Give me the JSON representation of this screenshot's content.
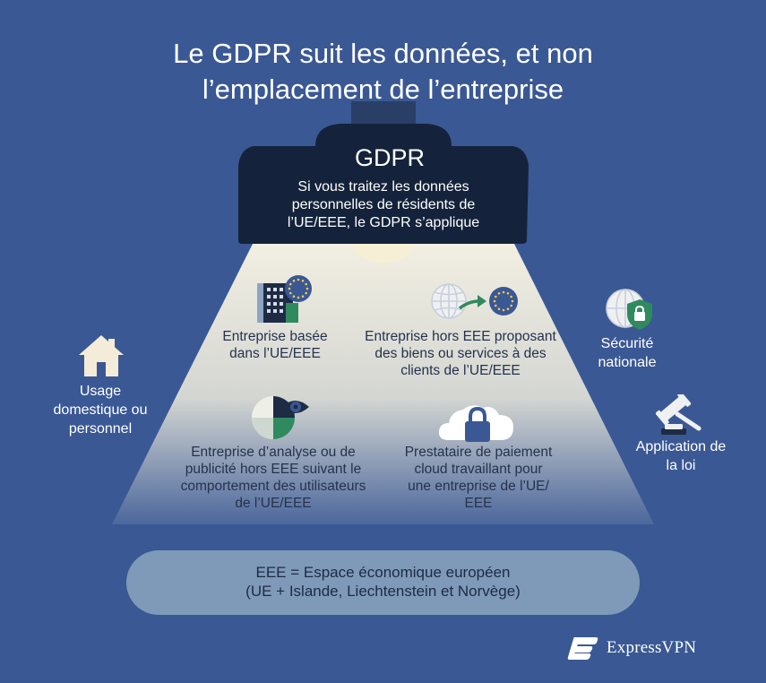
{
  "title_line1": "Le GDPR suit les données, et non",
  "title_line2": "l’emplacement de l’entreprise",
  "gdpr": {
    "heading": "GDPR",
    "line1": "Si vous traitez les données",
    "line2": "personnelles de résidents de",
    "line3": "l’UE/EEE, le GDPR s’applique"
  },
  "inside_items": [
    {
      "icon": "eu-building-icon",
      "lines": [
        "Entreprise basée",
        "dans l’UE/EEE"
      ]
    },
    {
      "icon": "globe-to-eu-icon",
      "lines": [
        "Entreprise hors EEE proposant",
        "des biens ou services à des",
        "clients de l’UE/EEE"
      ]
    },
    {
      "icon": "analytics-eye-icon",
      "lines": [
        "Entreprise d’analyse ou de",
        "publicité hors EEE suivant le",
        "comportement des utilisateurs",
        "de l’UE/EEE"
      ]
    },
    {
      "icon": "cloud-lock-icon",
      "lines": [
        "Prestataire de paiement",
        "cloud travaillant pour",
        "une entreprise de l’UE/",
        "EEE"
      ]
    }
  ],
  "outside_items": [
    {
      "icon": "house-icon",
      "lines": [
        "Usage",
        "domestique ou",
        "personnel"
      ]
    },
    {
      "icon": "globe-shield-icon",
      "lines": [
        "Sécurité",
        "nationale"
      ]
    },
    {
      "icon": "gavel-icon",
      "lines": [
        "Application de",
        "la loi"
      ]
    }
  ],
  "legend": {
    "line1": "EEE = Espace économique européen",
    "line2": "(UE + Islande, Liechtenstein et Norvège)"
  },
  "brand": {
    "name": "ExpressVPN",
    "icon": "expressvpn-logo-icon"
  },
  "colors": {
    "background": "#3a5894",
    "lamp": "#14233b",
    "light_beam": "#d8d8d0",
    "legend_pill": "#7f9ab8",
    "eu_blue": "#3a5894",
    "eu_star": "#f5c84a",
    "accent_green": "#2f8a5f"
  }
}
